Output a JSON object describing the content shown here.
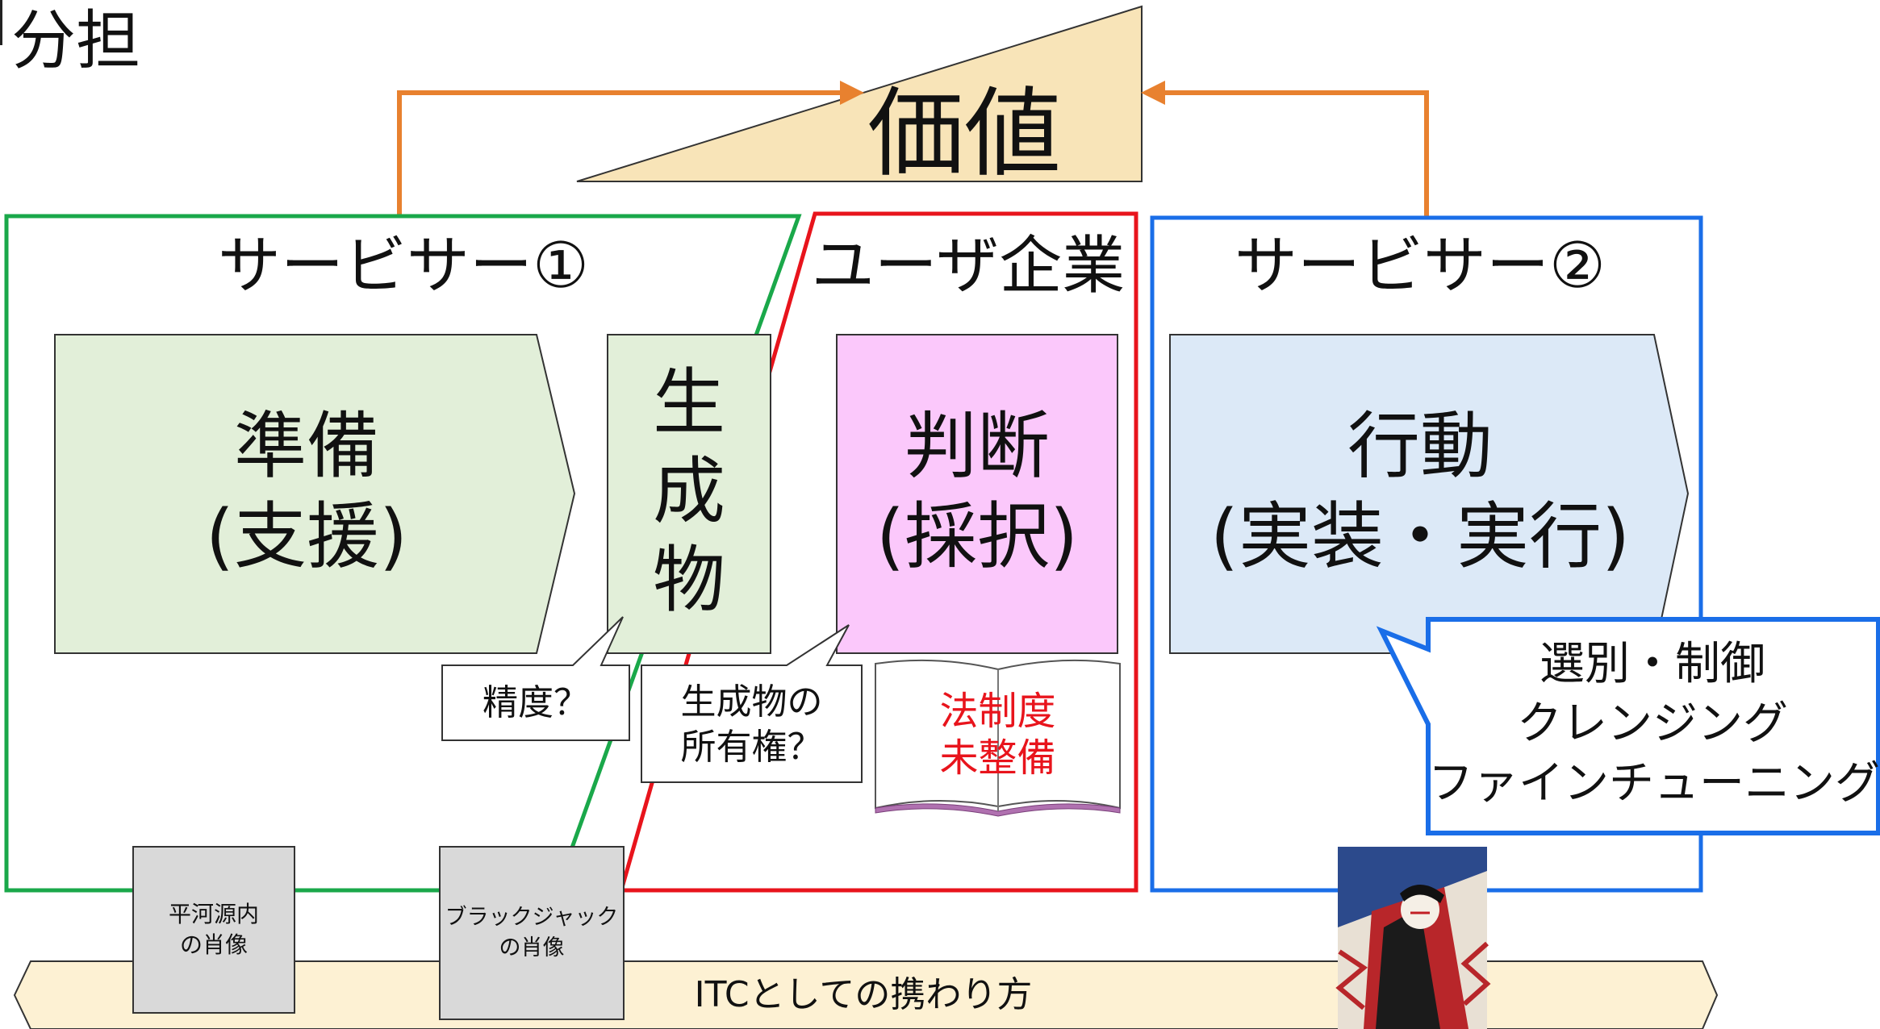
{
  "heading": "分担",
  "value_label": "価値",
  "groups": {
    "servicer1": "サービサー①",
    "user_company": "ユーザ企業",
    "servicer2": "サービサー②"
  },
  "stages": {
    "prepare": [
      "準備",
      "(支援)"
    ],
    "product": [
      "生",
      "成",
      "物"
    ],
    "judge": [
      "判断",
      "(採択)"
    ],
    "action": [
      "行動",
      "(実装・実行)"
    ]
  },
  "callouts": {
    "accuracy": [
      "精度？"
    ],
    "ownership": [
      "生成物の",
      "所有権？"
    ],
    "law": [
      "法制度",
      "未整備"
    ],
    "control": [
      "選別・制御",
      "クレンジング",
      "ファインチューニング"
    ]
  },
  "portraits": {
    "hiraga": [
      "平河源内",
      "の肖像"
    ],
    "blackjack": [
      "ブラックジャック",
      "の肖像"
    ]
  },
  "bottom_bar": "ITCとしての携わり方",
  "colors": {
    "green": "#1aa84a",
    "red": "#e8141c",
    "blue": "#1a6ee8",
    "orange": "#e8812f",
    "value_fill": "#f8e4b8",
    "prepare_fill": "#e2efd9",
    "judge_fill": "#fbc8fb",
    "action_fill": "#dce9f7",
    "law_text": "#e8141c"
  }
}
